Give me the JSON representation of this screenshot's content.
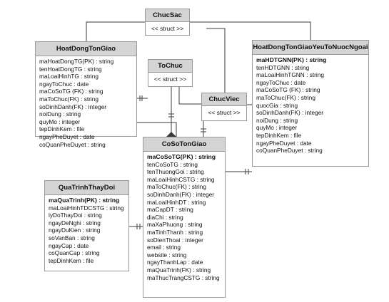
{
  "entities": {
    "chucsac": {
      "name": "ChucSac",
      "stereotype": "<< struct >>"
    },
    "tochuc": {
      "name": "ToChuc",
      "stereotype": "<< struct >>"
    },
    "chucviec": {
      "name": "ChucViec",
      "stereotype": "<< struct >>"
    },
    "hoatdongtongiao": {
      "name": "HoatDongTonGiao",
      "fields": [
        "maHoatDongTG(PK) : string",
        "tenHoatDongTG : string",
        "maLoaiHinhTG : string",
        "ngayToChuc : date",
        "maCoSoTG (FK) : string",
        "maToChuc(FK) : string",
        "soDinhDanh(FK) : integer",
        "noiDung : string",
        "quyMo : integer",
        "tepDinhKem : file",
        "ngayPheDuyet : date",
        "coQuanPheDuyet : string"
      ]
    },
    "hoatdongyeuto": {
      "name": "HoatDongTonGiaoYeuToNuocNgoai",
      "pk": "maHDTGNN(PK) : string",
      "fields": [
        "tenHDTGNN : string",
        "maLoaiHinhTGNN : string",
        "ngayToChuc : date",
        "maCoSoTG (FK) : string",
        "maToChuc(FK) : string",
        "quocGia : string",
        "soDinhDanh(FK) : integer",
        "noiDung : string",
        "quyMo : integer",
        "tepDinhKem : file",
        "ngayPheDuyet : date",
        "coQuanPheDuyet : string"
      ]
    },
    "cosotongiao": {
      "name": "CoSoTonGiao",
      "pk": "maCoSoTG(PK) : string",
      "fields": [
        "tenCoSoTG : string",
        "tenThuongGoi : string",
        "maLoaiHinhCSTG : string",
        "maToChuc(FK) : string",
        "soDinhDanh(FK) : integer",
        "maLoaiHinhDT : string",
        "maCapDT : string",
        "diaChi : string",
        "maXaPhuong : string",
        "maTinhThanh : string",
        "soDienThoai : integer",
        "email : string",
        "website : string",
        "ngayThanhLap : date",
        "maQuaTrinh(FK) : string",
        "maThucTrangCSTG : string"
      ]
    },
    "quatrinhthaydoi": {
      "name": "QuaTrinhThayDoi",
      "pk": "maQuaTrinh(PK) : string",
      "fields": [
        "maLoaiHinhTDCSTG : string",
        "lyDoThayDoi : string",
        "ngayDeNghi : string",
        "ngayDuKien : string",
        "soVanBan : string",
        "ngayCap : date",
        "coQuanCap : string",
        "tepDinhKem : file"
      ]
    }
  }
}
